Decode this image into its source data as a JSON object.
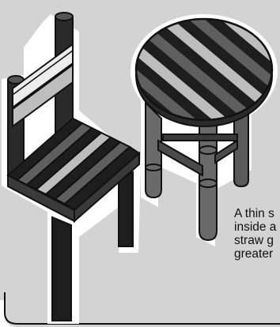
{
  "caption": {
    "lines": [
      "A thin s",
      "inside a",
      "straw g",
      "greater"
    ]
  },
  "colors": {
    "panel": "#d3d3d3",
    "outline": "#111111",
    "stripe_black": "#1e1e1e",
    "stripe_dark_gray": "#5f5f5f",
    "stripe_light_gray": "#bdbdbd",
    "halo": "#ffffff"
  },
  "illustration": {
    "subjects": [
      "chair-icon",
      "round-stool-icon"
    ]
  }
}
